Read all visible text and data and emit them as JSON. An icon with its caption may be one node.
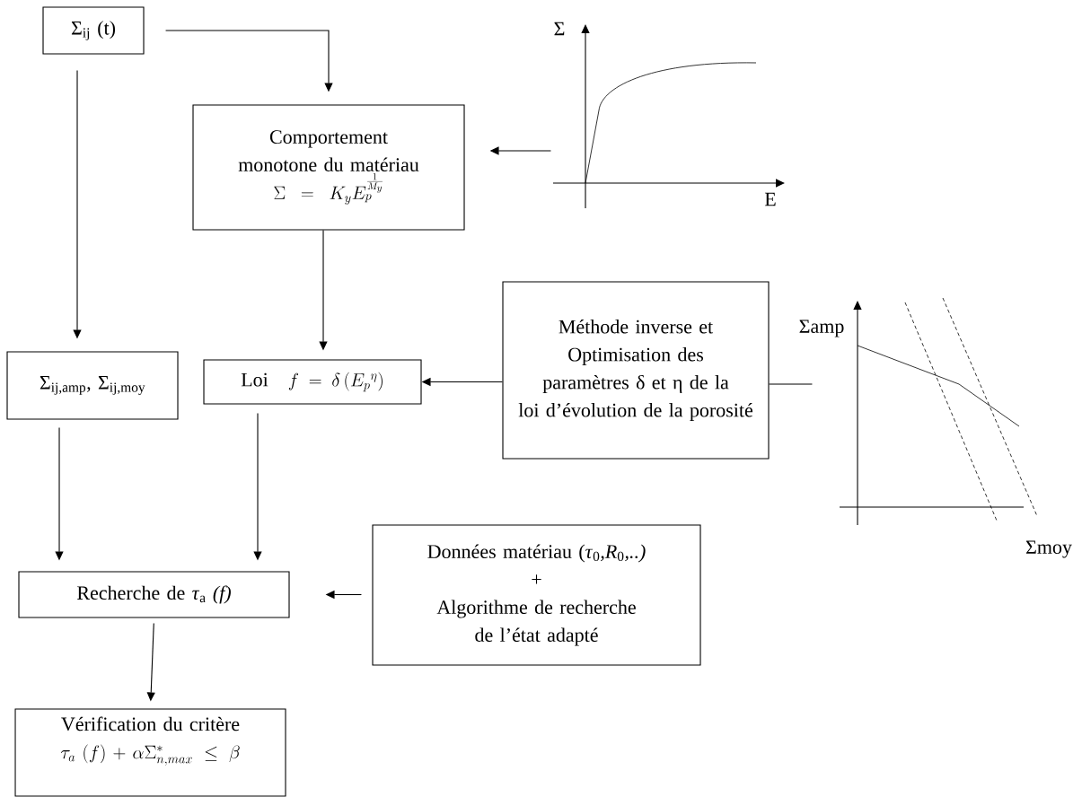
{
  "diagram": {
    "nodes": [
      {
        "text": [
          "Σ$_{ij}$ (t)"
        ]
      },
      {
        "text": [
          "Comportement monotone du matériau",
          "\\Sigma = K_y E_p^{\\frac{1}{M_y}}"
        ]
      },
      {
        "text": [],
        "shape": "picture"
      },
      {
        "text": [
          "Σ$_{ij,amp}$, Σ$_{ij,moy}$"
        ]
      },
      {
        "text": [
          "Loi",
          "f = \\delta\\left(E_p{}^{\\eta}\\right)"
        ]
      },
      {
        "text": [
          "Méthode inverse et Optimisation des paramètres δ et η de  la loi d’évolution de la porosité"
        ]
      },
      {
        "text": [],
        "shape": "picture"
      },
      {
        "text": [
          "Recherche de *τ*$_{a}$ *(f)*"
        ]
      },
      {
        "text": [
          "Données matériau (*τ*$_{0}$*,R*$_{0}$*,..)*",
          "+",
          "Algorithme de recherche de l’état adapté"
        ]
      },
      {
        "text": [
          "Vérification du critère",
          "\\tau_a\\ (f) + \\alpha \\Sigma^{*}_{n,max} \\leq \\beta"
        ]
      }
    ],
    "edges": [
      {
        "from": 0,
        "to": 1,
        "arrow": "to"
      },
      {
        "from": 0,
        "to": 3,
        "arrow": "to"
      },
      {
        "from": 2,
        "to": 1,
        "arrow": "to"
      },
      {
        "from": 1,
        "to": 4,
        "arrow": "to"
      },
      {
        "from": 5,
        "to": 4,
        "arrow": "to"
      },
      {
        "from": 6,
        "to": 5,
        "arrow": "none"
      },
      {
        "from": 3,
        "to": 7,
        "arrow": "to"
      },
      {
        "from": 4,
        "to": 7,
        "arrow": "to"
      },
      {
        "from": 8,
        "to": 7,
        "arrow": "to"
      },
      {
        "from": 7,
        "to": 9,
        "arrow": "to"
      }
    ],
    "labels": [
      "Σ",
      "E",
      "Σamp",
      "Σmoy"
    ]
  }
}
